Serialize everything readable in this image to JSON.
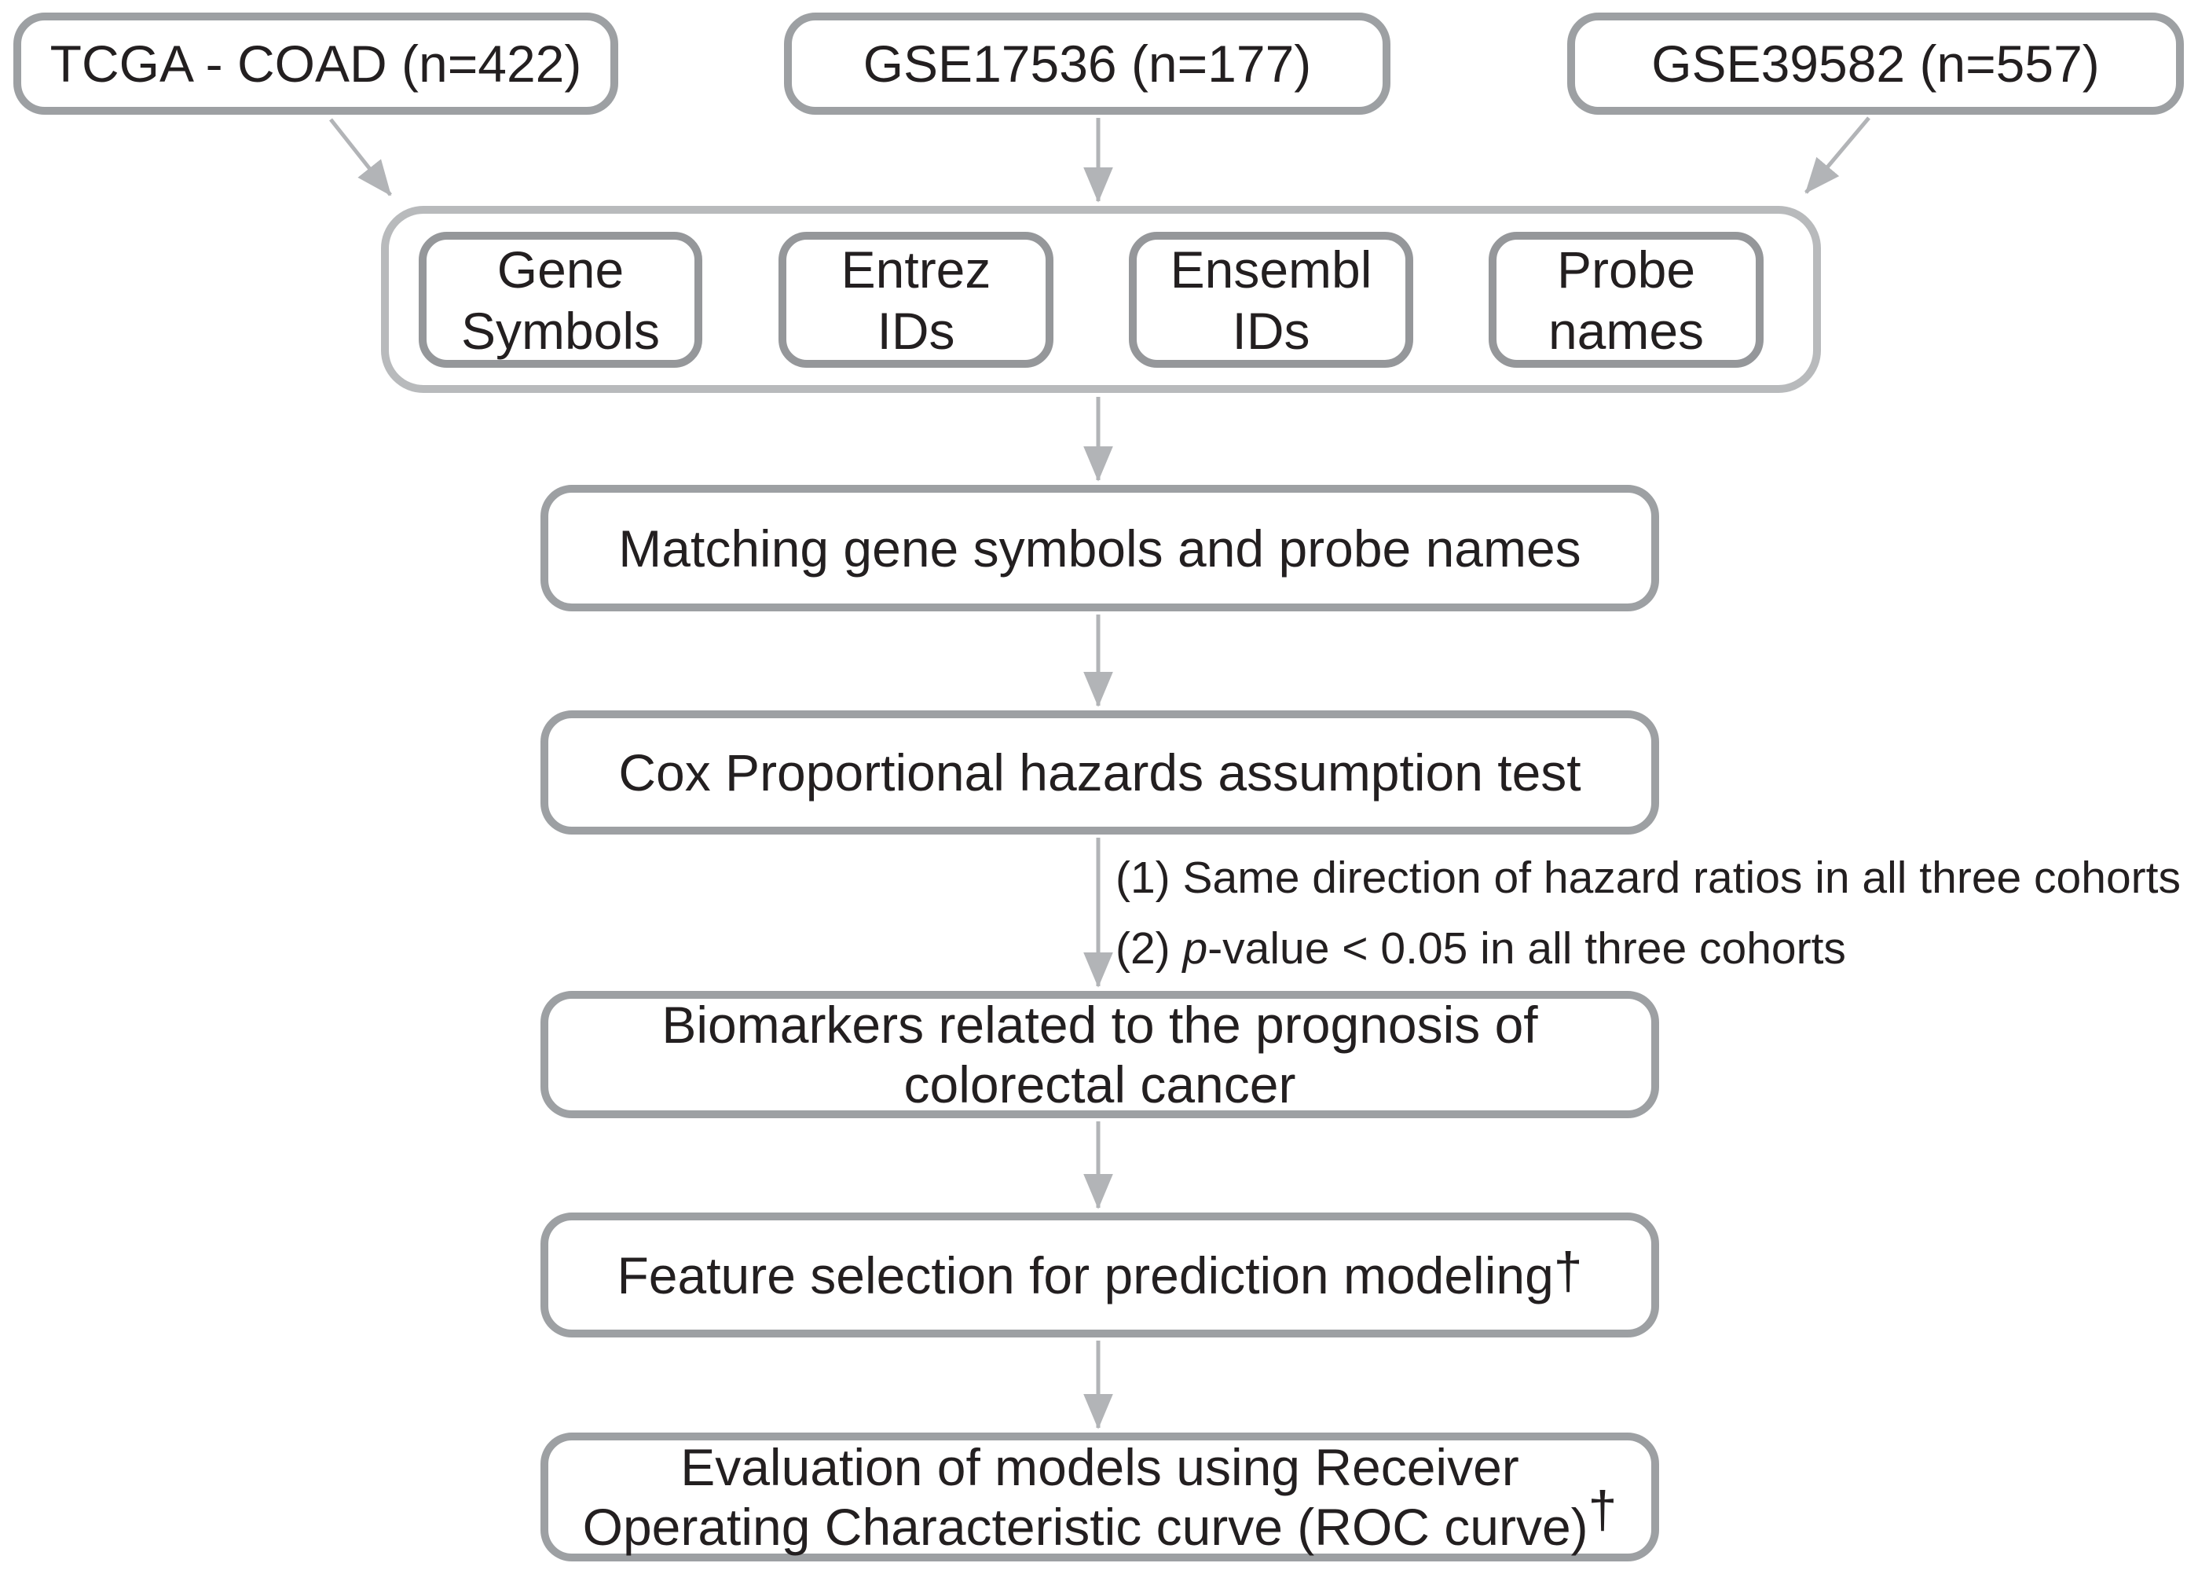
{
  "figure": {
    "background": "#ffffff",
    "colors": {
      "text": "#231f20",
      "box_border": "#9da0a3",
      "group_border": "#b8babc",
      "inner_box_border": "#95979a",
      "arrow": "#b2b4b7"
    },
    "cohorts": [
      {
        "label": "TCGA - COAD (n=422)"
      },
      {
        "label": "GSE17536 (n=177)"
      },
      {
        "label": "GSE39582 (n=557)"
      }
    ],
    "identifiers": [
      {
        "line1": "Gene",
        "line2": "Symbols"
      },
      {
        "line1": "Entrez",
        "line2": "IDs"
      },
      {
        "line1": "Ensembl",
        "line2": "IDs"
      },
      {
        "line1": "Probe",
        "line2": "names"
      }
    ],
    "steps": {
      "matching": {
        "label": "Matching gene symbols and probe names"
      },
      "cox": {
        "label": "Cox Proportional hazards assumption test"
      },
      "biomarkers": {
        "line1": "Biomarkers related to the prognosis of",
        "line2": "colorectal cancer"
      },
      "feature": {
        "label": "Feature selection for prediction modeling",
        "dagger": "†"
      },
      "evaluation": {
        "line1": "Evaluation of models using Receiver",
        "line2": "Operating Characteristic curve (ROC curve)",
        "dagger": "†"
      }
    },
    "criteria": {
      "line1": "(1) Same direction of hazard ratios in all three cohorts",
      "line2_prefix": "(2) ",
      "line2_italic": "p",
      "line2_rest": "-value < 0.05 in all three cohorts"
    }
  }
}
